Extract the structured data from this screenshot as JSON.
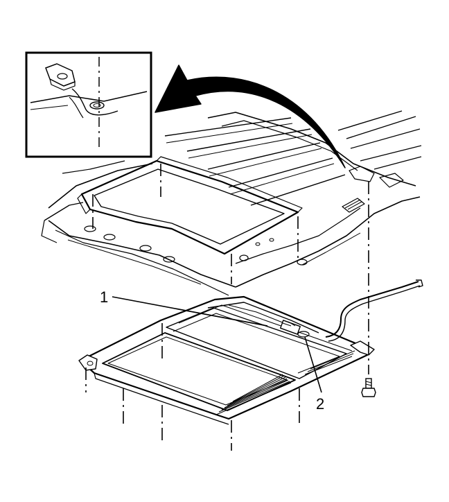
{
  "diagram": {
    "callouts": [
      {
        "id": "1",
        "label": "1"
      },
      {
        "id": "2",
        "label": "2"
      }
    ]
  },
  "colors": {
    "ink": "#000000",
    "paper": "#ffffff"
  }
}
